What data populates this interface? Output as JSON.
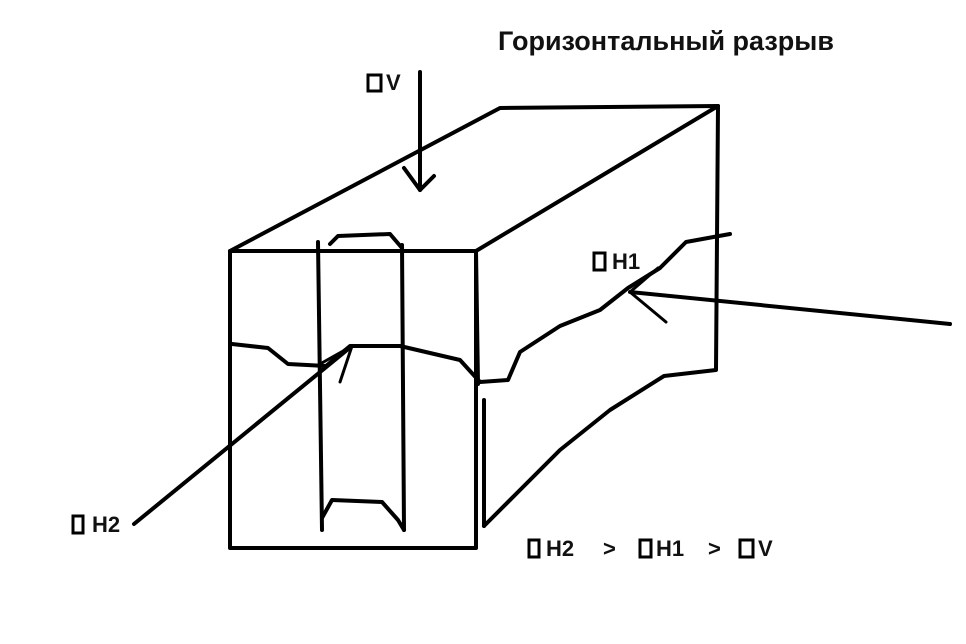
{
  "title": "Горизонтальный разрыв",
  "labels": {
    "v": "V",
    "h1": "H1",
    "h2": "H2"
  },
  "relation": {
    "h2": "H2",
    "gt1": ">",
    "h1": "H1",
    "gt2": ">",
    "v": "V"
  },
  "colors": {
    "ink": "#000000",
    "background": "#ffffff"
  }
}
